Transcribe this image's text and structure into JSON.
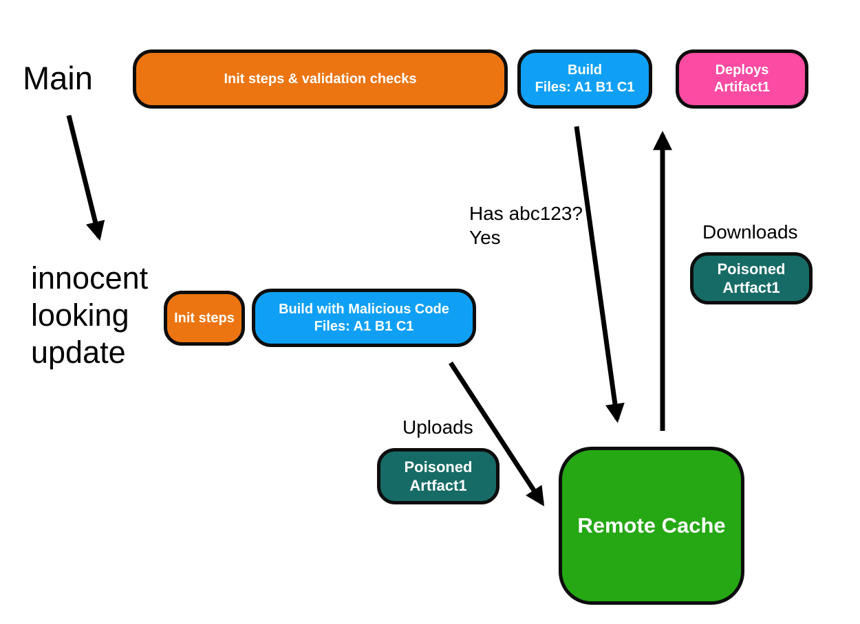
{
  "diagram": {
    "labels": {
      "main": "Main",
      "innocent_line1": "innocent",
      "innocent_line2": "looking",
      "innocent_line3": "update",
      "has_hash_line1": "Has abc123?",
      "has_hash_line2": "Yes",
      "uploads": "Uploads",
      "downloads": "Downloads"
    },
    "nodes": {
      "init_validation": {
        "label": "Init steps & validation checks",
        "color": "#EC7511"
      },
      "build_main": {
        "line1": "Build",
        "line2": "Files: A1 B1 C1",
        "color": "#0FA0F5"
      },
      "deploys_artifact": {
        "line1": "Deploys",
        "line2": "Artifact1",
        "color": "#FB4BA3"
      },
      "init_steps": {
        "label": "Init steps",
        "color": "#EC7511"
      },
      "build_malicious": {
        "line1": "Build with Malicious Code",
        "line2": "Files: A1 B1 C1",
        "color": "#0FA0F5"
      },
      "poisoned_upload": {
        "line1": "Poisoned",
        "line2": "Artfact1",
        "color": "#176B66"
      },
      "poisoned_download": {
        "line1": "Poisoned",
        "line2": "Artfact1",
        "color": "#176B66"
      },
      "remote_cache": {
        "label": "Remote Cache",
        "color": "#25A814"
      }
    },
    "colors": {
      "background": "#FFFFFF",
      "border": "#0D0D0D",
      "arrow": "#000000",
      "box_text": "#FFFFFF",
      "annotation_text": "#000000"
    }
  }
}
